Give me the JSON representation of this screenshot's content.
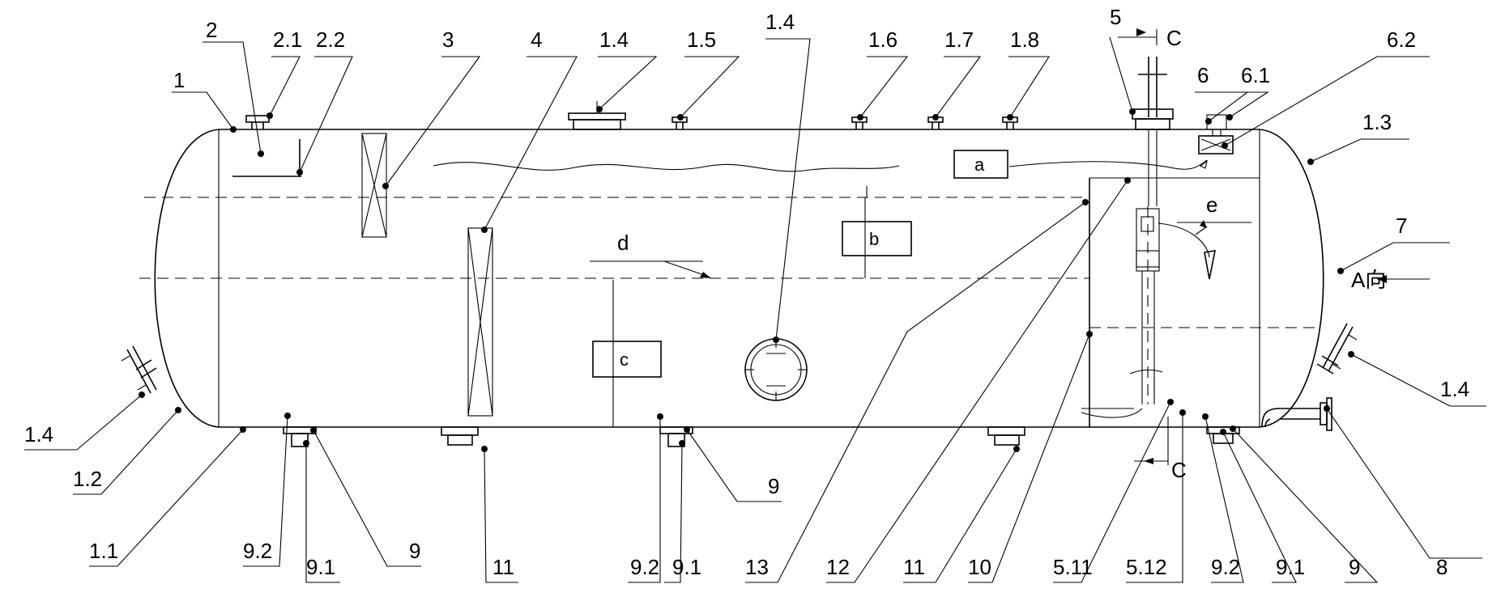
{
  "labels": {
    "l1": "1",
    "l2": "2",
    "l2_1": "2.1",
    "l2_2": "2.2",
    "l3": "3",
    "l4": "4",
    "l1_4_top": "1.4",
    "l1_5": "1.5",
    "l1_4_mid": "1.4",
    "l1_6": "1.6",
    "l1_7": "1.7",
    "l1_8": "1.8",
    "l5": "5",
    "lC_top": "C",
    "l6": "6",
    "l6_1": "6.1",
    "l6_2": "6.2",
    "l1_3": "1.3",
    "l7": "7",
    "lA": "A向",
    "l1_4_right": "1.4",
    "l1_4_left": "1.4",
    "l1_2": "1.2",
    "l1_1": "1.1",
    "l9_2a": "9.2",
    "l9_1a": "9.1",
    "l9a": "9",
    "l11a": "11",
    "l9_2b": "9.2",
    "l9_1b": "9.1",
    "l9b": "9",
    "l13": "13",
    "l12": "12",
    "l11b": "11",
    "l10": "10",
    "l5_11": "5.11",
    "l5_12": "5.12",
    "lC_bot": "C",
    "l9_2c": "9.2",
    "l9_1c": "9.1",
    "l9c": "9",
    "l8": "8"
  },
  "boxes": {
    "a": "a",
    "b": "b",
    "c": "c"
  },
  "arrows": {
    "d": "d",
    "e": "e"
  }
}
